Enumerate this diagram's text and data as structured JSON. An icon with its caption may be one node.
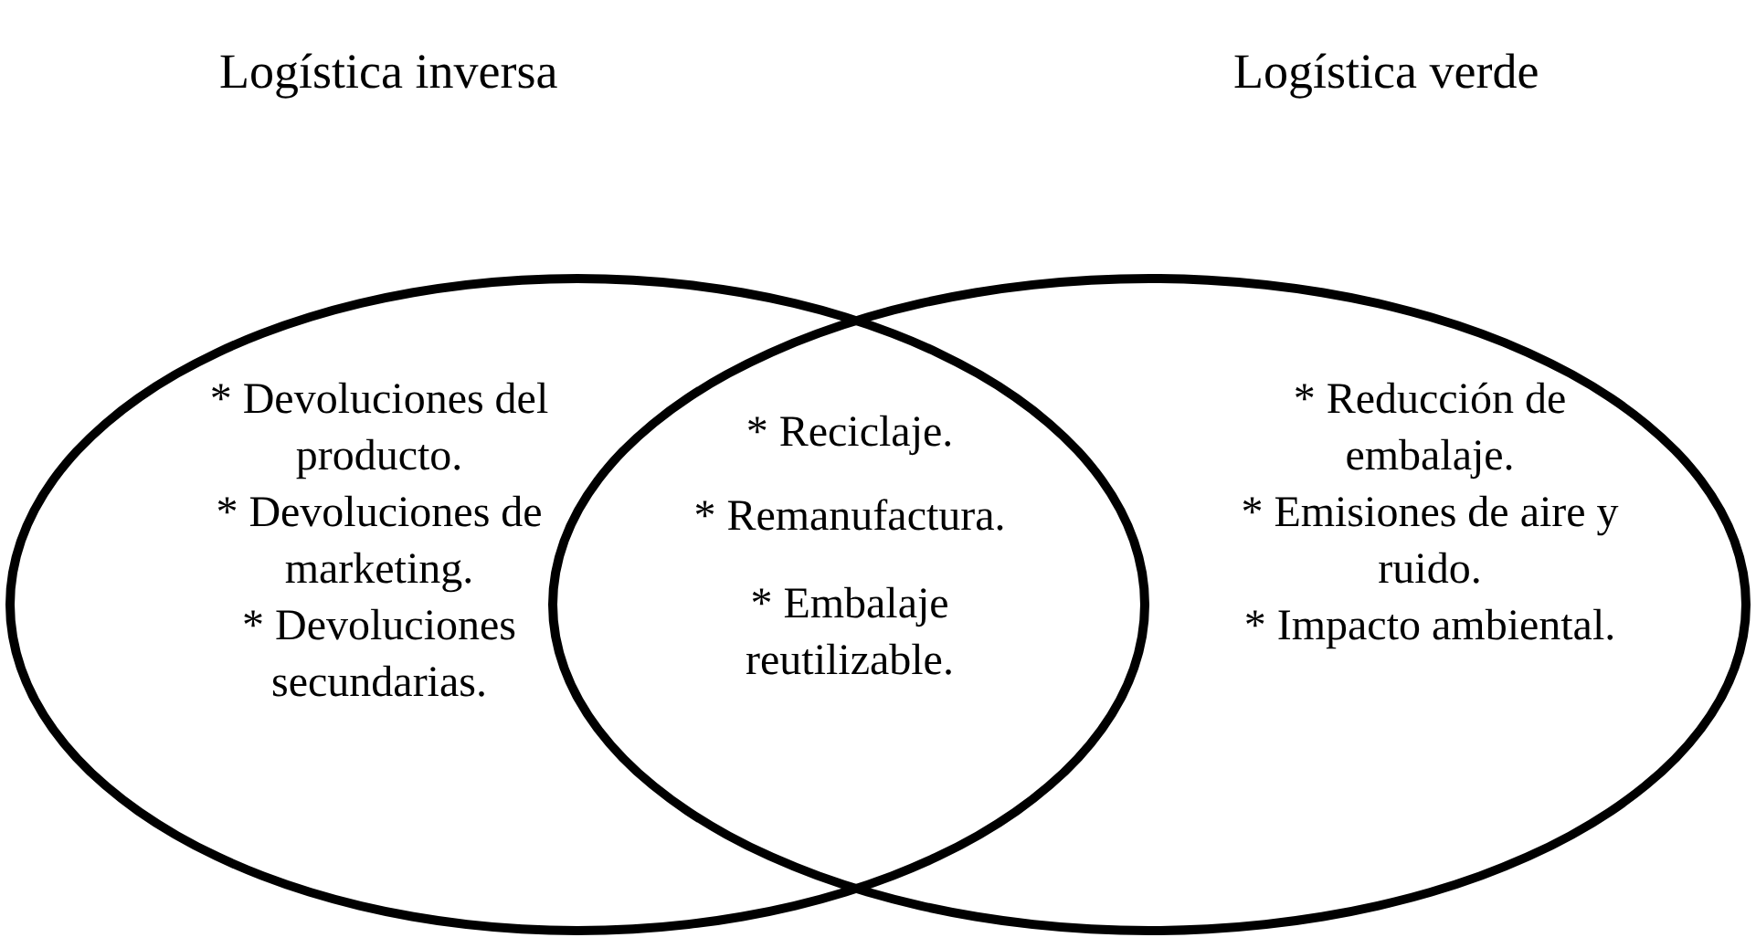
{
  "diagram": {
    "nodes": [
      {
        "text": [
          "Logística inversa",
          "* Devoluciones del producto.",
          "* Devoluciones de marketing.",
          "* Devoluciones secundarias."
        ]
      },
      {
        "text": [
          "Logística verde",
          "* Reducción de embalaje.",
          "* Emisiones de aire y ruido.",
          "* Impacto ambiental."
        ]
      }
    ],
    "labels": [
      "* Reciclaje.",
      "* Remanufactura.",
      "* Embalaje reutilizable."
    ]
  }
}
